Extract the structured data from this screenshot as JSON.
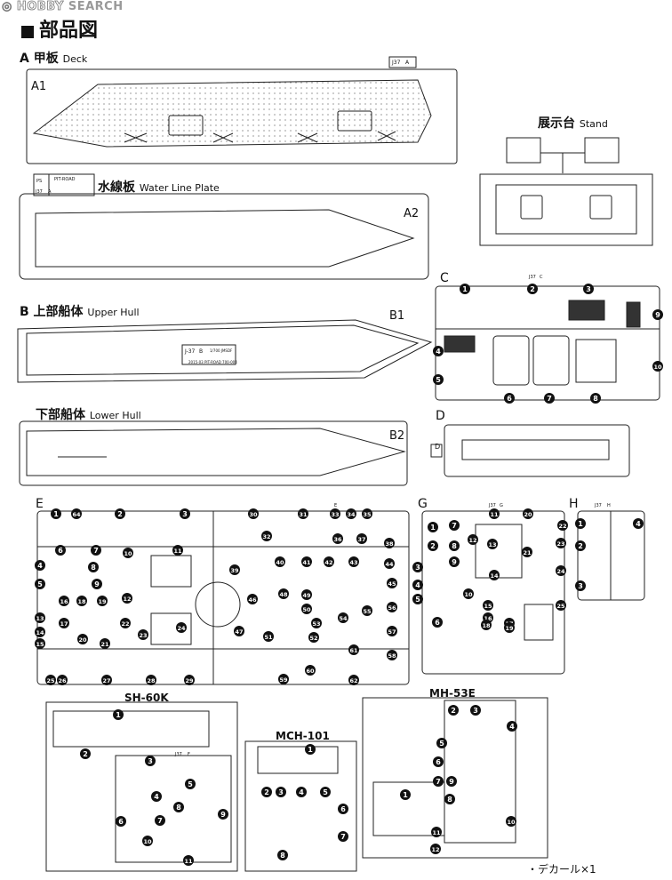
{
  "watermark": {
    "icon": "hobby-search-logo-icon",
    "text_a": "HOBBY",
    "text_b": "SEARCH"
  },
  "page_title": "部品図",
  "sections": {
    "a": {
      "letter": "A",
      "jp": "甲板",
      "en": "Deck"
    },
    "water": {
      "jp": "水線板",
      "en": "Water Line Plate"
    },
    "b": {
      "letter": "B",
      "jp": "上部船体",
      "en": "Upper Hull"
    },
    "lower": {
      "jp": "下部船体",
      "en": "Lower Hull"
    },
    "stand": {
      "jp": "展示台",
      "en": "Stand"
    }
  },
  "part_ids": {
    "a1": "A1",
    "a2": "A2",
    "b1": "B1",
    "b2": "B2"
  },
  "sprue_letters": {
    "c": "C",
    "d": "D",
    "e": "E",
    "g": "G",
    "h": "H",
    "d_gate": "D"
  },
  "helicopters": {
    "sh60k": "SH-60K",
    "mch101": "MCH-101",
    "mh53e": "MH-53E"
  },
  "decal": "・デカール×1",
  "tags": {
    "a_code": "J37",
    "a_letter": "A",
    "ps": "PS",
    "pitroad": "PIT-ROAD",
    "water_code": "J37",
    "water_letter": "A",
    "b_code": "J-37",
    "b_letter": "B",
    "b_text1": "1/700 JMSDF",
    "b_text2": "2015-03 PIT-ROAD 700-004",
    "c_code": "J37",
    "c_letter": "C",
    "e_letter": "E",
    "g_code": "J37",
    "g_letter": "G",
    "h_code": "J37",
    "h_letter": "H",
    "f_code": "J37",
    "f_letter": "F"
  },
  "numbers": {
    "c": [
      "1",
      "2",
      "3",
      "4",
      "5",
      "6",
      "7",
      "8",
      "9",
      "10"
    ],
    "e": [
      "1",
      "2",
      "3",
      "4",
      "5",
      "6",
      "7",
      "8",
      "9",
      "10",
      "11",
      "12",
      "13",
      "14",
      "15",
      "16",
      "17",
      "18",
      "19",
      "20",
      "21",
      "22",
      "23",
      "24",
      "25",
      "26",
      "27",
      "28",
      "29",
      "30",
      "31",
      "32",
      "33",
      "34",
      "35",
      "36",
      "37",
      "38",
      "39",
      "40",
      "41",
      "42",
      "43",
      "44",
      "45",
      "46",
      "47",
      "48",
      "49",
      "50",
      "51",
      "52",
      "53",
      "54",
      "55",
      "56",
      "57",
      "58",
      "59",
      "60",
      "61",
      "62",
      "64"
    ],
    "g": [
      "1",
      "2",
      "3",
      "4",
      "5",
      "6",
      "7",
      "8",
      "9",
      "10",
      "11",
      "12",
      "13",
      "14",
      "15",
      "16",
      "17",
      "18",
      "19",
      "20",
      "21",
      "22",
      "23",
      "24",
      "25"
    ],
    "h": [
      "1",
      "2",
      "3",
      "4"
    ],
    "sh60k": [
      "1",
      "2",
      "3",
      "4",
      "5",
      "6",
      "7",
      "8",
      "9",
      "10",
      "11"
    ],
    "mch101": [
      "1",
      "2",
      "3",
      "4",
      "5",
      "6",
      "7",
      "8"
    ],
    "mh53e": [
      "1",
      "2",
      "3",
      "4",
      "5",
      "6",
      "7",
      "8",
      "9",
      "10",
      "11",
      "12"
    ]
  }
}
